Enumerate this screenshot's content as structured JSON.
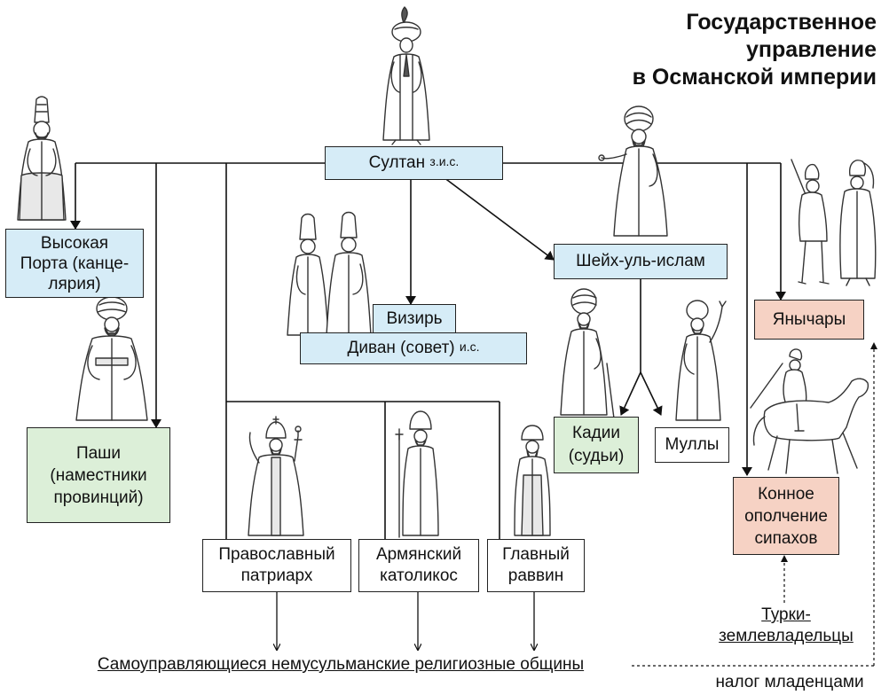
{
  "title": {
    "line1": "Государственное",
    "line2": "управление",
    "line3": "в Османской империи"
  },
  "boxes": {
    "sultan": {
      "label": "Султан",
      "mark": "з.и.с."
    },
    "porta": {
      "line1": "Высокая",
      "line2": "Порта (канце-",
      "line3": "лярия)"
    },
    "vizir": {
      "label": "Визирь"
    },
    "divan": {
      "label": "Диван (совет)",
      "mark": "и.с."
    },
    "sheikh": {
      "label": "Шейх-уль-ислам"
    },
    "yanychary": {
      "label": "Янычары"
    },
    "pashi": {
      "line1": "Паши",
      "line2": "(наместники",
      "line3": "провинций)"
    },
    "kadii": {
      "line1": "Кадии",
      "line2": "(судьи)"
    },
    "mully": {
      "label": "Муллы"
    },
    "sipahi": {
      "line1": "Конное",
      "line2": "ополчение",
      "line3": "сипахов"
    },
    "patriarch": {
      "line1": "Православный",
      "line2": "патриарх"
    },
    "katolikos": {
      "line1": "Армянский",
      "line2": "католикос"
    },
    "ravvin": {
      "line1": "Главный",
      "line2": "раввин"
    }
  },
  "notes": {
    "communities": "Самоуправляющиеся немусульманские религиозные общины",
    "landowners_line1": "Турки-",
    "landowners_line2": "землевладельцы",
    "tax": "налог младенцами"
  },
  "colors": {
    "blue_box": "#d6ecf7",
    "green_box": "#dcefd8",
    "salmon_box": "#f6d2c4",
    "white_box": "#ffffff",
    "lines": "#111111"
  },
  "icons": [
    "sultan-figure",
    "porta-official-figure",
    "vizier-pair-figure",
    "pasha-figure",
    "sheikh-figure",
    "janissaries-figure",
    "qadi-figure",
    "mullah-figure",
    "horseman-figure",
    "patriarch-figure",
    "katolikos-figure",
    "rabbi-figure"
  ]
}
